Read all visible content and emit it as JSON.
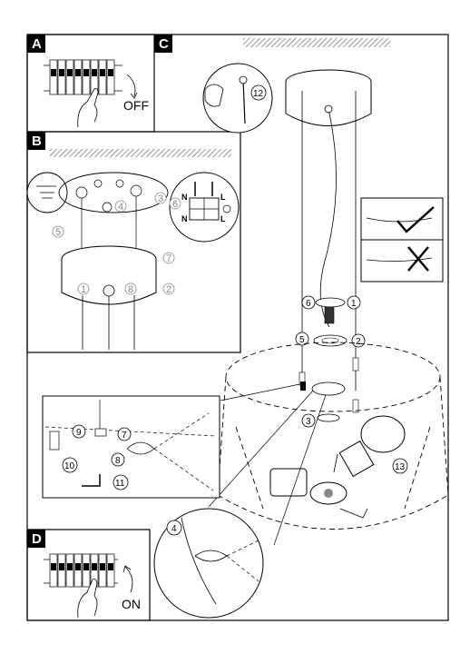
{
  "panels": {
    "a": {
      "label": "A",
      "action": "OFF"
    },
    "b": {
      "label": "B"
    },
    "c": {
      "label": "C"
    },
    "d": {
      "label": "D",
      "action": "ON"
    }
  },
  "steps": {
    "s1": "1",
    "s2": "2",
    "s3": "3",
    "s4": "4",
    "s5": "5",
    "s6": "6",
    "s7": "7",
    "s8": "8",
    "s9": "9",
    "s10": "10",
    "s11": "11",
    "s12": "12",
    "s13": "13"
  },
  "terminal_block": {
    "n1": "N",
    "n2": "N",
    "l1": "L",
    "l2": "L"
  },
  "icons": [
    "check-icon",
    "cross-icon",
    "circuit-breaker-icon",
    "hand-icon",
    "screwdriver-icon",
    "ground-icon"
  ]
}
